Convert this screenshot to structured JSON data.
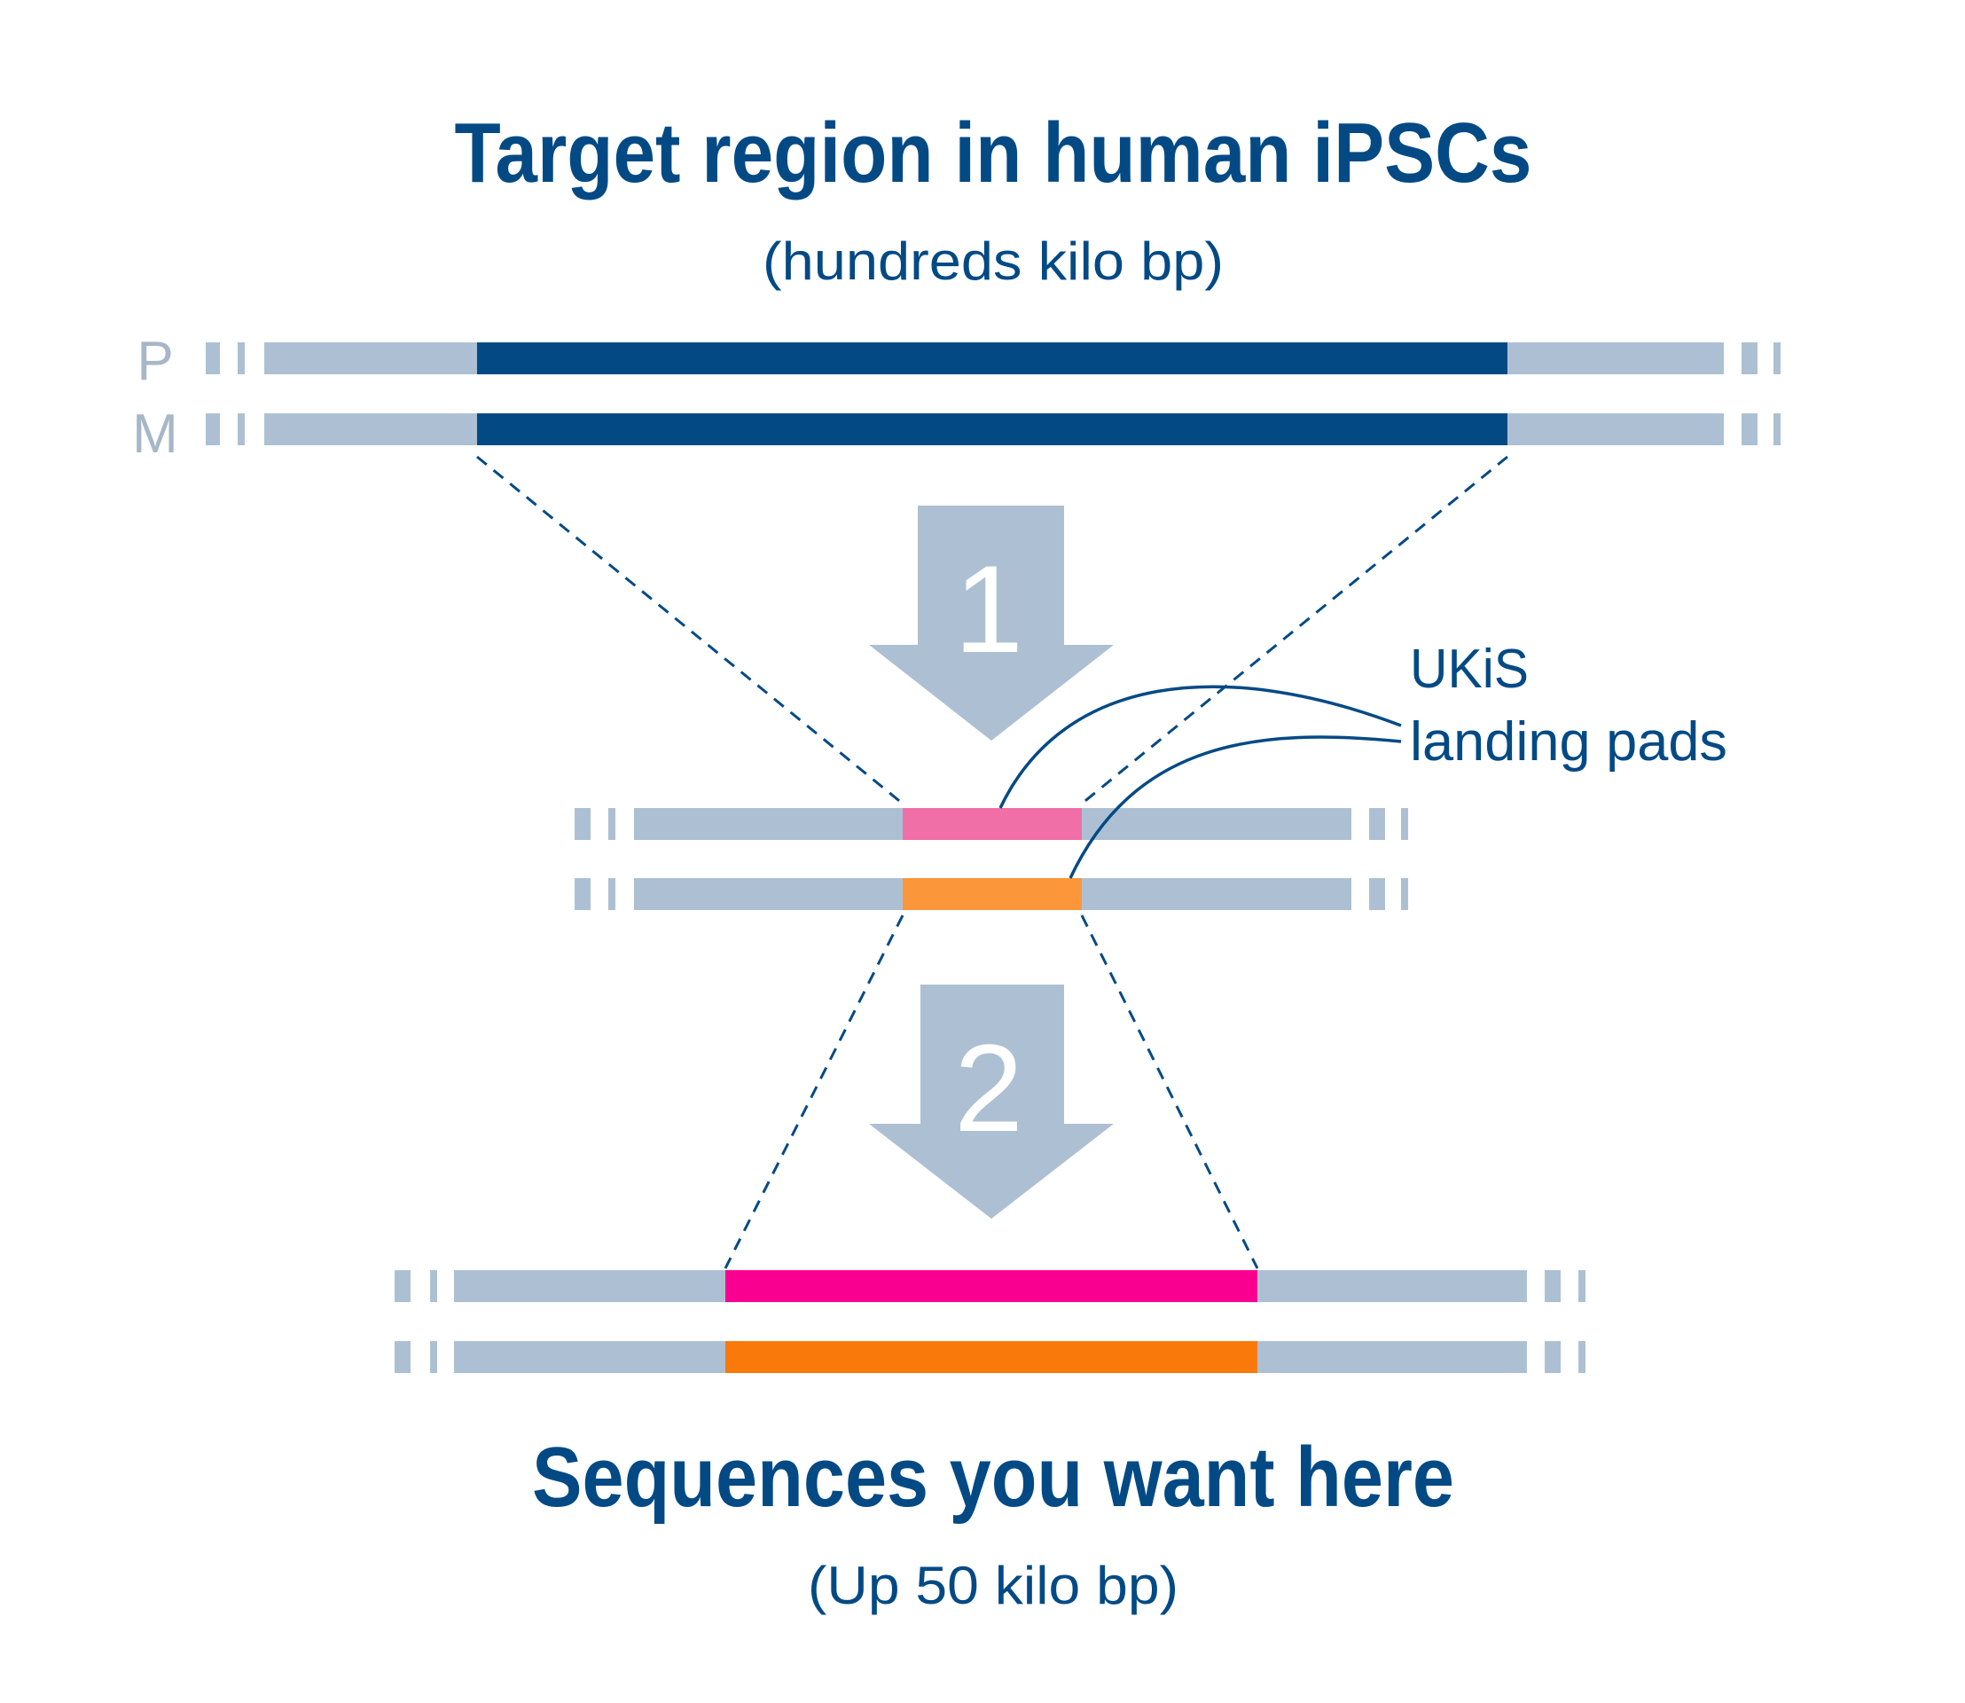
{
  "top": {
    "title": "Target region in human iPSCs",
    "subtitle": "(hundreds kilo bp)"
  },
  "chromosome_labels": {
    "paternal": "P",
    "maternal": "M"
  },
  "steps": {
    "step1": "1",
    "step2": "2"
  },
  "callout": {
    "line1": "UKiS",
    "line2": "landing pads"
  },
  "bottom": {
    "title": "Sequences you want here",
    "subtitle": "(Up 50 kilo bp)"
  },
  "colors": {
    "navy": "#034a85",
    "light_blue": "#adc0d3",
    "pink_light": "#f06fa6",
    "orange_light": "#fb973a",
    "magenta": "#fa0090",
    "orange": "#f97a0a",
    "label_gray": "#a7b7c8"
  }
}
